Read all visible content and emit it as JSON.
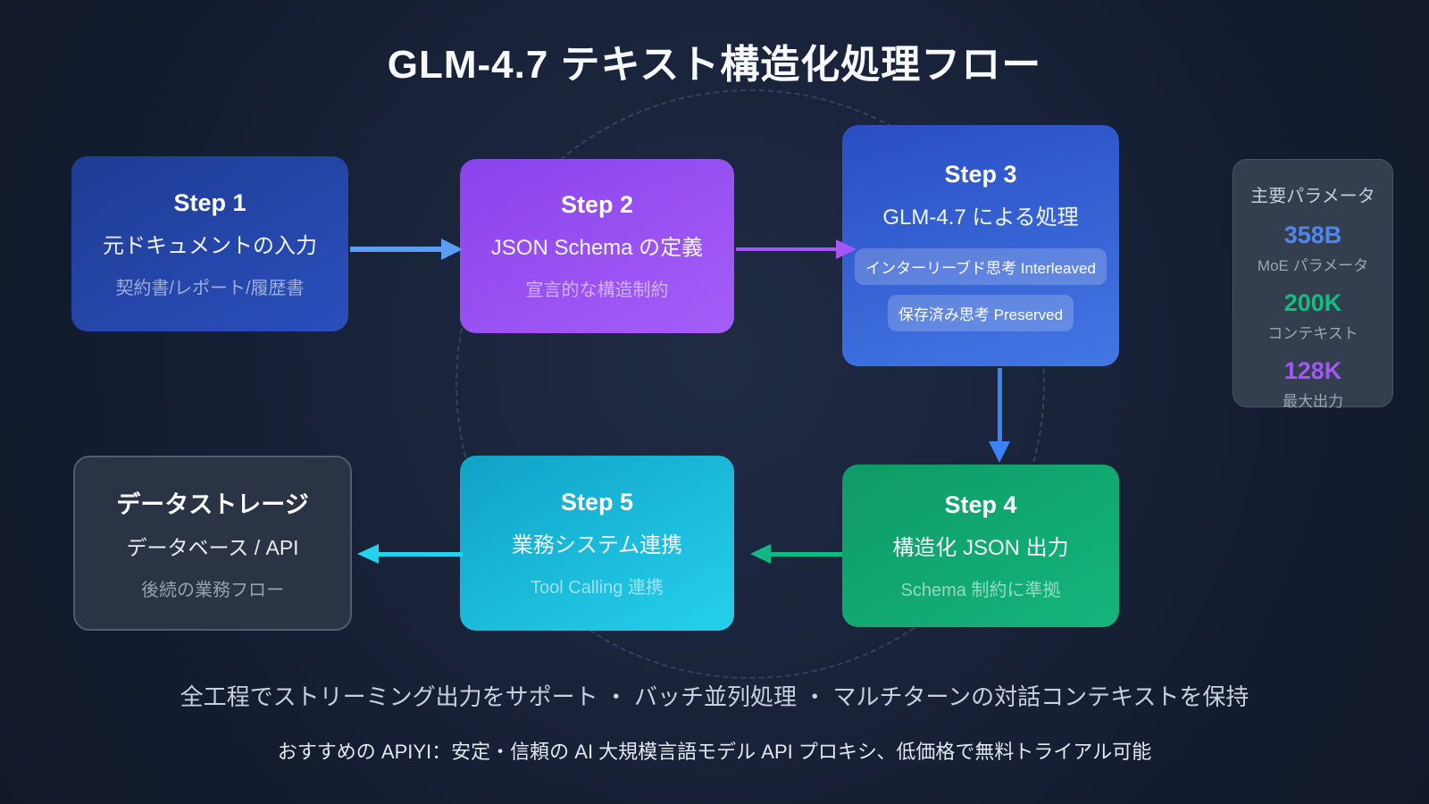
{
  "title": "GLM-4.7 テキスト構造化処理フロー",
  "steps": [
    {
      "label": "Step 1",
      "name": "元ドキュメントの入力",
      "caption": "契約書/レポート/履歴書"
    },
    {
      "label": "Step 2",
      "name": "JSON Schema の定義",
      "caption": "宣言的な構造制約"
    },
    {
      "label": "Step 3",
      "name": "GLM-4.7 による処理",
      "badges": [
        "インターリーブド思考 Interleaved",
        "保存済み思考 Preserved"
      ]
    },
    {
      "label": "Step 4",
      "name": "構造化 JSON 出力",
      "caption": "Schema 制約に準拠"
    },
    {
      "label": "Step 5",
      "name": "業務システム連携",
      "caption": "Tool Calling 連携"
    }
  ],
  "storage": {
    "title": "データストレージ",
    "subtitle": "データベース / API",
    "caption": "後続の業務フロー"
  },
  "params": {
    "title": "主要パラメータ",
    "items": [
      {
        "value": "358B",
        "label": "MoE パラメータ",
        "color": "#4f86f2"
      },
      {
        "value": "200K",
        "label": "コンテキスト",
        "color": "#12bd81"
      },
      {
        "value": "128K",
        "label": "最大出力",
        "color": "#a259f7"
      }
    ]
  },
  "flow_colors": {
    "step1_to_step2": "#5b9cf5",
    "step2_to_step3": "#a855f7",
    "step3_to_step4": "#3b82f6",
    "step4_to_step5": "#10b981",
    "step5_to_storage": "#22d3ee"
  },
  "footer": {
    "line1": "全工程でストリーミング出力をサポート ・ バッチ並列処理 ・ マルチターンの対話コンテキストを保持",
    "line2": "おすすめの APIYI：安定・信頼の AI 大規模言語モデル API プロキシ、低価格で無料トライアル可能"
  }
}
